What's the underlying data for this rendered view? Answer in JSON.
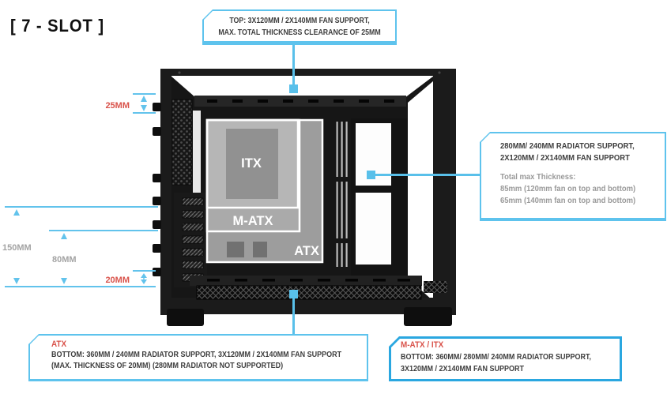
{
  "title": "[ 7 - SLOT ]",
  "colors": {
    "accent_blue": "#5ec3ed",
    "accent_blue_strong": "#2aa7e0",
    "label_red": "#d9534b",
    "label_gray": "#a3a3a3",
    "text_dark": "#3e3e3e",
    "case_black": "#1b1b1b"
  },
  "callouts": {
    "top": {
      "line1": "TOP: 3X120MM / 2X140MM FAN SUPPORT,",
      "line2": "MAX. TOTAL THICKNESS CLEARANCE OF 25MM"
    },
    "side": {
      "line1": "280MM/ 240MM RADIATOR SUPPORT,",
      "line2": "2X120MM / 2X140MM FAN SUPPORT",
      "sub1": "Total max Thickness:",
      "sub2": "85mm (120mm fan on top and bottom)",
      "sub3": "65mm (140mm fan on top and bottom)"
    },
    "bottom_left": {
      "title": "ATX",
      "line1": "BOTTOM: 360MM / 240MM RADIATOR SUPPORT, 3X120MM / 2X140MM FAN SUPPORT",
      "line2": "(MAX. THICKNESS OF 20MM) (280MM RADIATOR NOT SUPPORTED)"
    },
    "bottom_right": {
      "title": "M-ATX / ITX",
      "line1": "BOTTOM: 360MM/ 280MM/ 240MM RADIATOR SUPPORT,",
      "line2": "3X120MM / 2X140MM FAN SUPPORT"
    }
  },
  "dimensions": {
    "top_clearance": "25MM",
    "case_height": "150MM",
    "inner_height": "80MM",
    "bottom_clearance": "20MM"
  },
  "motherboards": {
    "itx": "ITX",
    "matx": "M-ATX",
    "atx": "ATX"
  }
}
